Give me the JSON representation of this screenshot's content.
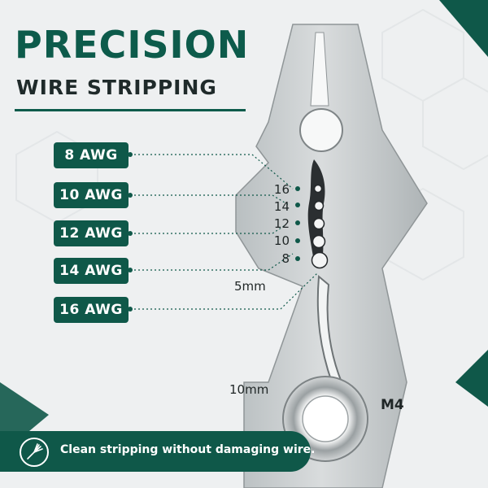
{
  "headline": {
    "line1": "PRECISION",
    "line2": "WIRE STRIPPING"
  },
  "awg_labels": [
    "8 AWG",
    "10 AWG",
    "12 AWG",
    "14 AWG",
    "16 AWG"
  ],
  "stripper_gauges": [
    "16",
    "14",
    "12",
    "10",
    "8"
  ],
  "engravings": {
    "small_mm": "5mm",
    "large_mm": "10mm",
    "thread": "M4"
  },
  "banner": {
    "text": "Clean stripping without damaging wire.",
    "icon": "wire-strands-icon"
  },
  "colors": {
    "brand_green": "#0f5849",
    "title_green": "#0d5b4b",
    "steel": "#c8cccd"
  }
}
